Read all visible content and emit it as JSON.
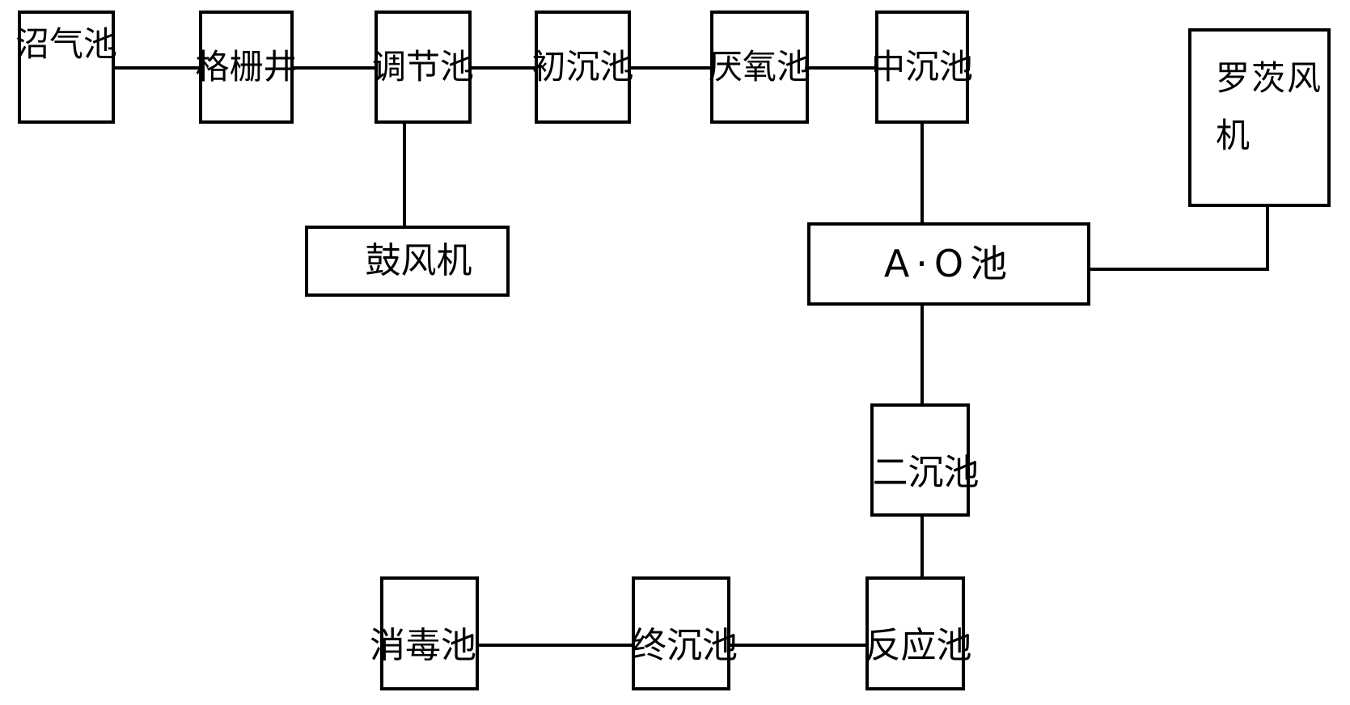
{
  "diagram": {
    "type": "flowchart",
    "description": "wastewater-treatment-process-flow",
    "background_color": "#ffffff",
    "stroke_color": "#000000",
    "nodes": {
      "biogas_pool": {
        "label": "沼气池"
      },
      "grille_well": {
        "label": "格栅井"
      },
      "regulating_pool": {
        "label": "调节池"
      },
      "primary_sedimentation_pool": {
        "label": "初沉池"
      },
      "anaerobic_pool": {
        "label": "厌氧池"
      },
      "middle_sedimentation_pool": {
        "label": "中沉池"
      },
      "roots_blower": {
        "label": "罗茨风机"
      },
      "blower": {
        "label": "鼓风机"
      },
      "ao_pool": {
        "label": "A·O池"
      },
      "secondary_sedimentation_pool": {
        "label": "二沉池"
      },
      "disinfection_pool": {
        "label": "消毒池"
      },
      "final_sedimentation_pool": {
        "label": "终沉池"
      },
      "reaction_pool": {
        "label": "反应池"
      }
    },
    "edges": [
      {
        "from": "沼气池",
        "to": "格栅井"
      },
      {
        "from": "格栅井",
        "to": "调节池"
      },
      {
        "from": "调节池",
        "to": "初沉池"
      },
      {
        "from": "初沉池",
        "to": "厌氧池"
      },
      {
        "from": "厌氧池",
        "to": "中沉池"
      },
      {
        "from": "调节池",
        "to": "鼓风机"
      },
      {
        "from": "中沉池",
        "to": "A·O池"
      },
      {
        "from": "罗茨风机",
        "to": "A·O池"
      },
      {
        "from": "A·O池",
        "to": "二沉池"
      },
      {
        "from": "二沉池",
        "to": "反应池"
      },
      {
        "from": "反应池",
        "to": "终沉池"
      },
      {
        "from": "终沉池",
        "to": "消毒池"
      }
    ]
  }
}
